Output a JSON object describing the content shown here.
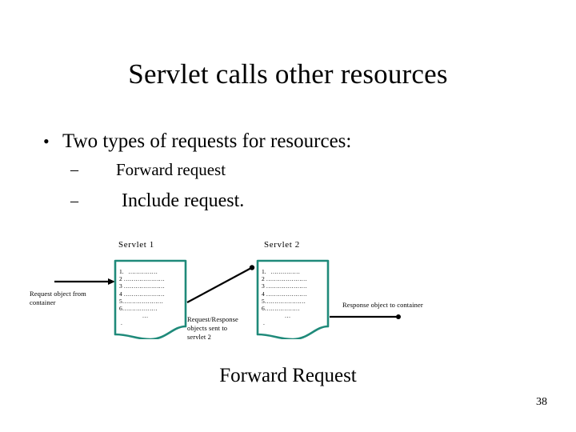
{
  "slide": {
    "title": "Servlet calls other resources",
    "page_number": "38",
    "caption": "Forward Request",
    "accent_color": "#1f8a7a",
    "text_color": "#000000",
    "background_color": "#ffffff"
  },
  "body": {
    "bullet_marker": "•",
    "dash_marker": "–",
    "level1": "Two types of requests for resources:",
    "level2": [
      "Forward request",
      "Include request."
    ]
  },
  "diagram": {
    "servlet1_label": "Servlet  1",
    "servlet2_label": "Servlet  2",
    "left_label_line1": "Request object from",
    "left_label_line2": "container",
    "middle_label_line1": "Request/Response",
    "middle_label_line2": "objects sent to",
    "middle_label_line3": "servlet 2",
    "right_label": "Response object to container",
    "box_lines": [
      "1.",
      "2",
      "3",
      "4",
      "5",
      "6"
    ],
    "box_dots": [
      "……………",
      "…………………",
      "…………………",
      "…………………",
      "…………………",
      "………………",
      "…"
    ],
    "box_ellipsis": "…",
    "box_trailing_dot": "."
  }
}
